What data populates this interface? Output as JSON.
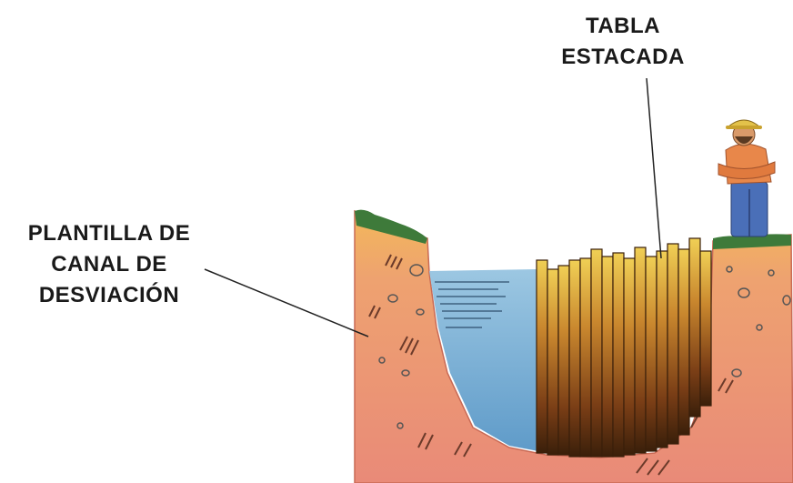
{
  "labels": {
    "left": {
      "lines": [
        "PLANTILLA DE",
        "CANAL DE",
        "DESVIACIÓN"
      ]
    },
    "right": {
      "lines": [
        "TABLA",
        "ESTACADA"
      ]
    }
  },
  "colors": {
    "soil": "#e9937a",
    "soil_top": "#f2b65a",
    "grass": "#3e7a3a",
    "water": "#7bb2d6",
    "piles_dark": "#5a2e12",
    "piles_light": "#e8c04a",
    "worker_shirt": "#e8874a",
    "worker_pants": "#4a6fb8",
    "leader_line": "#222222"
  }
}
